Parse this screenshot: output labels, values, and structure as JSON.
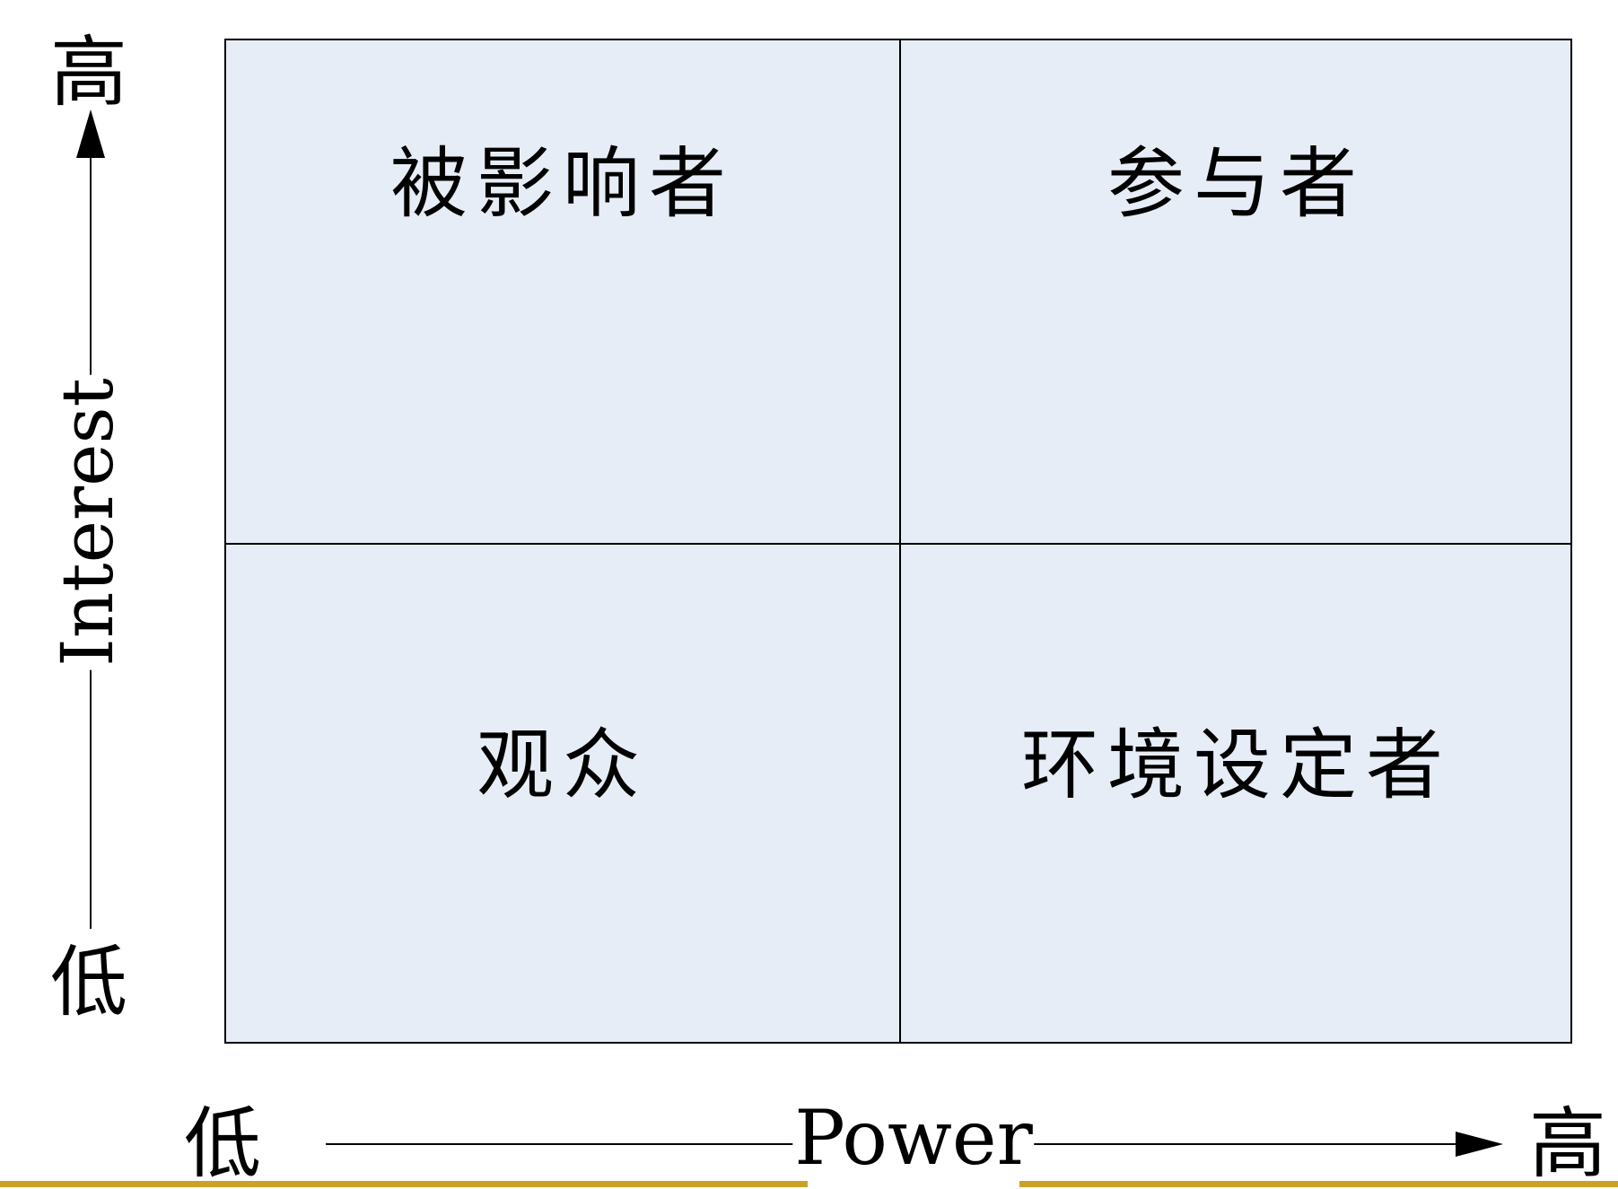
{
  "quadrants": {
    "top_left": "被影响者",
    "top_right": "参与者",
    "bottom_left": "观众",
    "bottom_right": "环境设定者"
  },
  "y_axis": {
    "title": "Interest",
    "high_label": "高",
    "low_label": "低"
  },
  "x_axis": {
    "title": "Power",
    "high_label": "高",
    "low_label": "低"
  },
  "colors": {
    "cell_fill": "#e7edf6",
    "rule": "#c9a227"
  }
}
